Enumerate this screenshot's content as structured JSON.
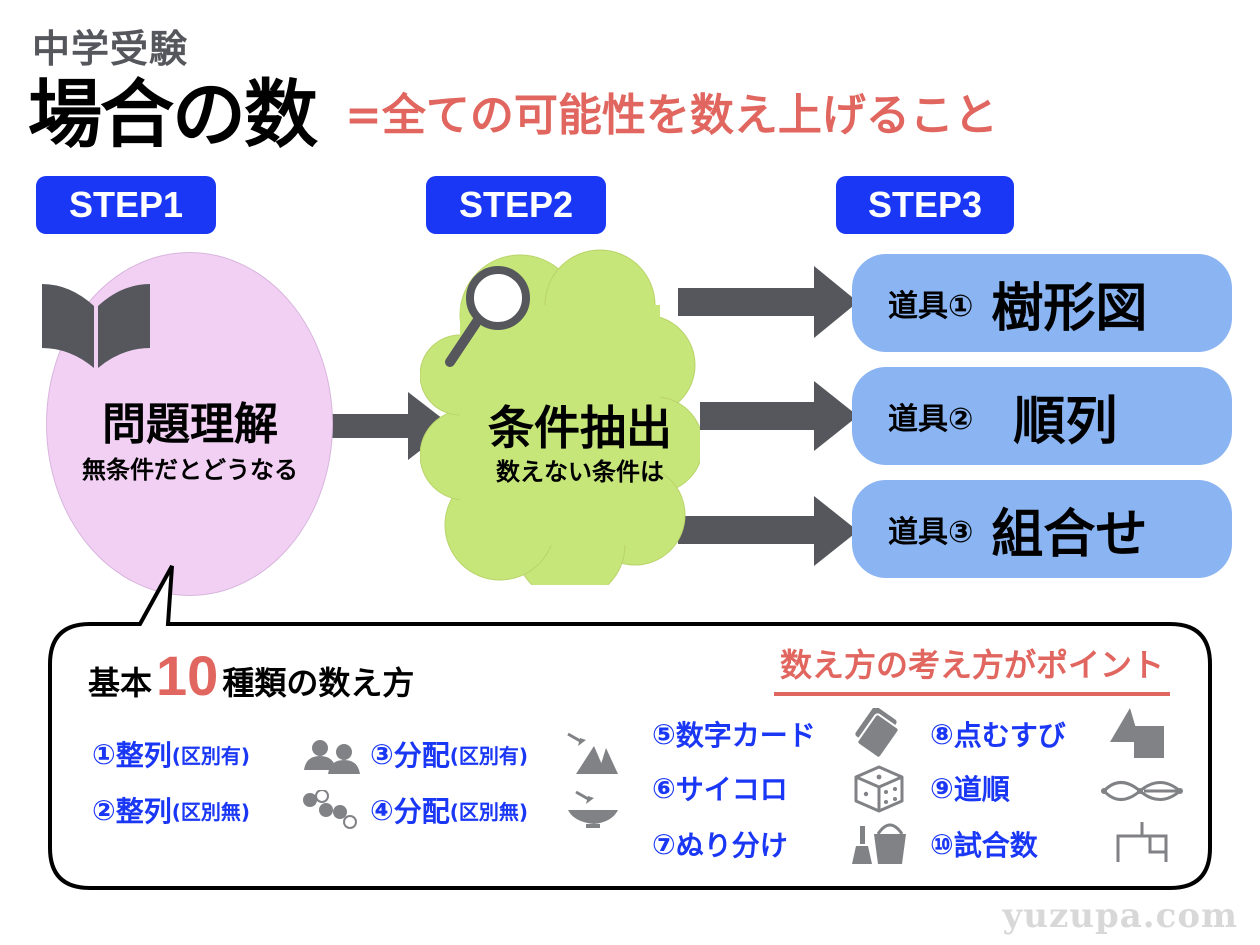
{
  "header": {
    "subtitle": "中学受験",
    "title": "場合の数",
    "tagline": "=全ての可能性を数え上げること"
  },
  "steps": [
    {
      "label": "STEP1"
    },
    {
      "label": "STEP2"
    },
    {
      "label": "STEP3"
    }
  ],
  "step1": {
    "icon": "book-icon",
    "main": "問題理解",
    "sub": "無条件だとどうなる"
  },
  "step2": {
    "icon": "magnifier-icon",
    "main": "条件抽出",
    "sub": "数えない条件は"
  },
  "tools": [
    {
      "prefix": "道具①",
      "name": "樹形図"
    },
    {
      "prefix": "道具②",
      "name": "順列"
    },
    {
      "prefix": "道具③",
      "name": "組合せ"
    }
  ],
  "box": {
    "title_pre": "基本",
    "title_num": "10",
    "title_post": "種類の数え方",
    "point": "数え方の考え方がポイント",
    "methods": [
      {
        "num": "①",
        "label": "整列",
        "note": "(区別有)",
        "icon": "people-icon"
      },
      {
        "num": "②",
        "label": "整列",
        "note": "(区別無)",
        "icon": "balls-icon"
      },
      {
        "num": "③",
        "label": "分配",
        "note": "(区別有)",
        "icon": "tent-icon"
      },
      {
        "num": "④",
        "label": "分配",
        "note": "(区別無)",
        "icon": "bowl-icon"
      },
      {
        "num": "⑤",
        "label": "数字カード",
        "note": "",
        "icon": "cards-icon"
      },
      {
        "num": "⑥",
        "label": "サイコロ",
        "note": "",
        "icon": "dice-icon"
      },
      {
        "num": "⑦",
        "label": "ぬり分け",
        "note": "",
        "icon": "paint-bucket-icon"
      },
      {
        "num": "⑧",
        "label": "点むすび",
        "note": "",
        "icon": "shapes-icon"
      },
      {
        "num": "⑨",
        "label": "道順",
        "note": "",
        "icon": "path-icon"
      },
      {
        "num": "⑩",
        "label": "試合数",
        "note": "",
        "icon": "bracket-icon"
      }
    ]
  },
  "colors": {
    "step_blue": "#1a37f5",
    "accent_red": "#e0665f",
    "ellipse_pink": "#f1d0f4",
    "cloud_green": "#c7e67a",
    "tool_blue": "#8ab4f2",
    "arrow_gray": "#55575c"
  },
  "watermark": "yuzupa.com"
}
